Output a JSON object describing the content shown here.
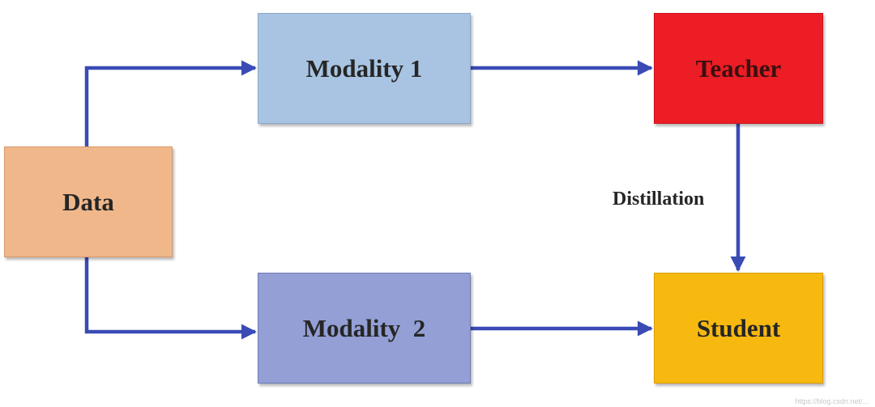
{
  "nodes": {
    "data": "Data",
    "modality1": "Modality 1",
    "modality2": "Modality  2",
    "teacher": "Teacher",
    "student": "Student"
  },
  "edge_labels": {
    "distillation": "Distillation"
  },
  "watermark": "https://blog.csdn.net/...",
  "colors": {
    "data_fill": "#f0b88a",
    "modality1_fill": "#a8c4e2",
    "modality2_fill": "#939fd5",
    "teacher_fill": "#ec1d25",
    "student_fill": "#f7b90f",
    "arrow": "#3b4bb5"
  }
}
